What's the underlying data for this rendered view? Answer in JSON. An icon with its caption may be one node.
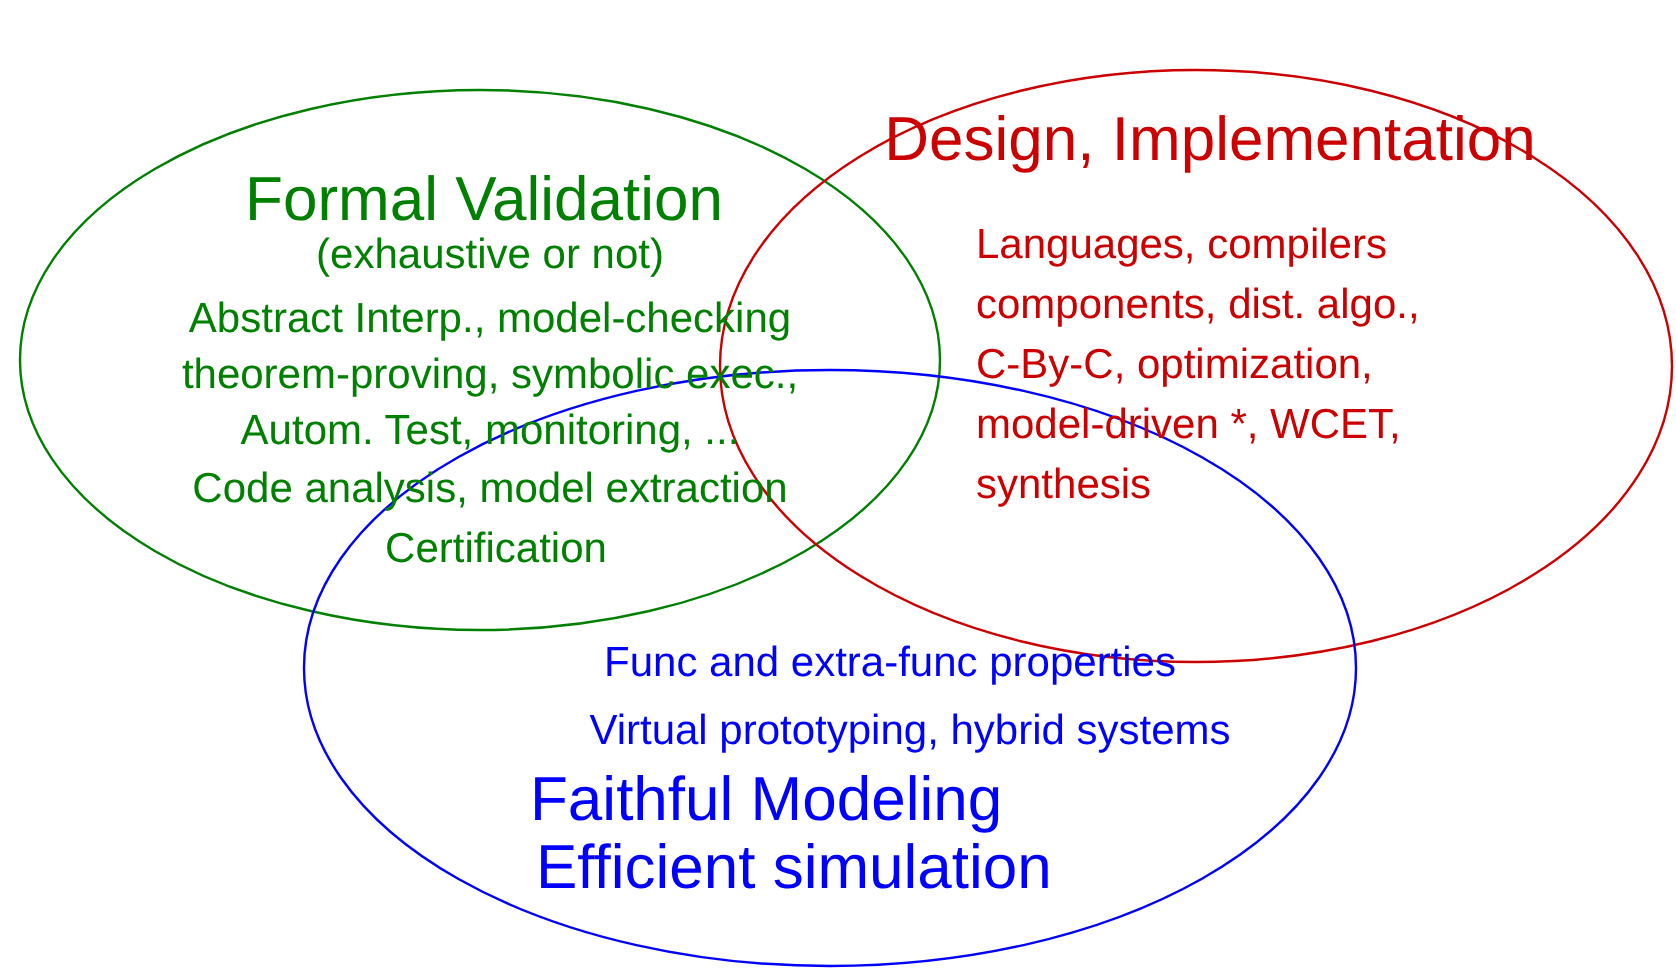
{
  "diagram": {
    "nodes": [
      {
        "text": [
          "Formal Validation",
          "(exhaustive or not)",
          "Abstract Interp., model-checking",
          "theorem-proving, symbolic exec.,",
          "Autom. Test, monitoring, ...",
          "Code analysis, model extraction",
          "Certification"
        ]
      },
      {
        "text": [
          "Design, Implementation",
          "Languages, compilers components, dist. algo., C-By-C, optimization, model-driven *, WCET, synthesis"
        ]
      },
      {
        "text": [
          "Func and extra-func properties",
          "Virtual prototyping, hybrid systems",
          "Faithful Modeling",
          "Efficient simulation"
        ]
      }
    ]
  }
}
